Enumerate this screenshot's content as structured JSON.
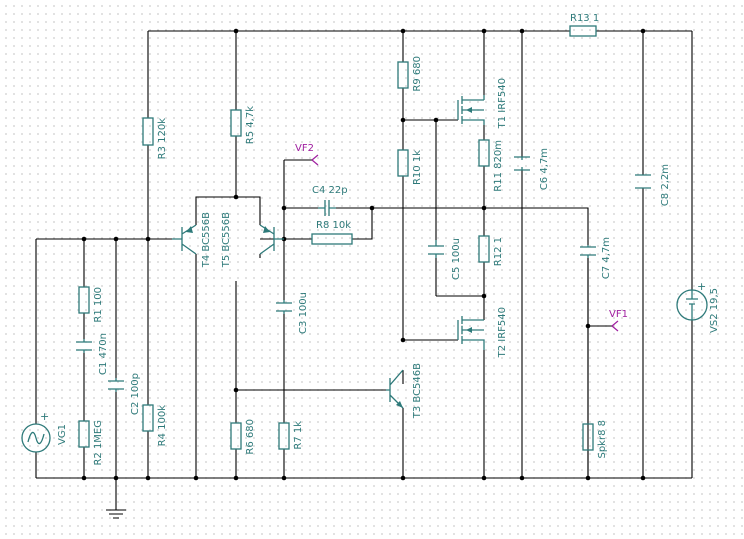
{
  "schematic": {
    "components": {
      "R13": "R13 1",
      "R9": "R9 680",
      "R3": "R3 120k",
      "R5": "R5 4,7k",
      "T1": "T1 IRF540",
      "R10": "R10 1k",
      "R11": "R11 820m",
      "C6": "C6 4,7m",
      "C8": "C8 2,2m",
      "C4": "C4 22p",
      "R8": "R8 10k",
      "T4": "T4 BC556B",
      "T5": "T5 BC556B",
      "C5": "C5 100u",
      "R12": "R12 1",
      "C7": "C7 4,7m",
      "R1": "R1 100",
      "C3": "C3 100u",
      "T2": "T2 IRF540",
      "VS2": "VS2 19,5",
      "C1": "C1 470n",
      "C2": "C2 100p",
      "T3": "T3 BC546B",
      "R4": "R4 100k",
      "R6": "R6 680",
      "R7": "R7 1k",
      "Spkr": "Spkr8 8",
      "R2": "R2 1MEG",
      "VG1": "VG1"
    },
    "probes": {
      "vf1": "VF1",
      "vf2": "VF2"
    },
    "polarity": {
      "vg1_plus": "+",
      "vs2_plus": "+"
    }
  }
}
